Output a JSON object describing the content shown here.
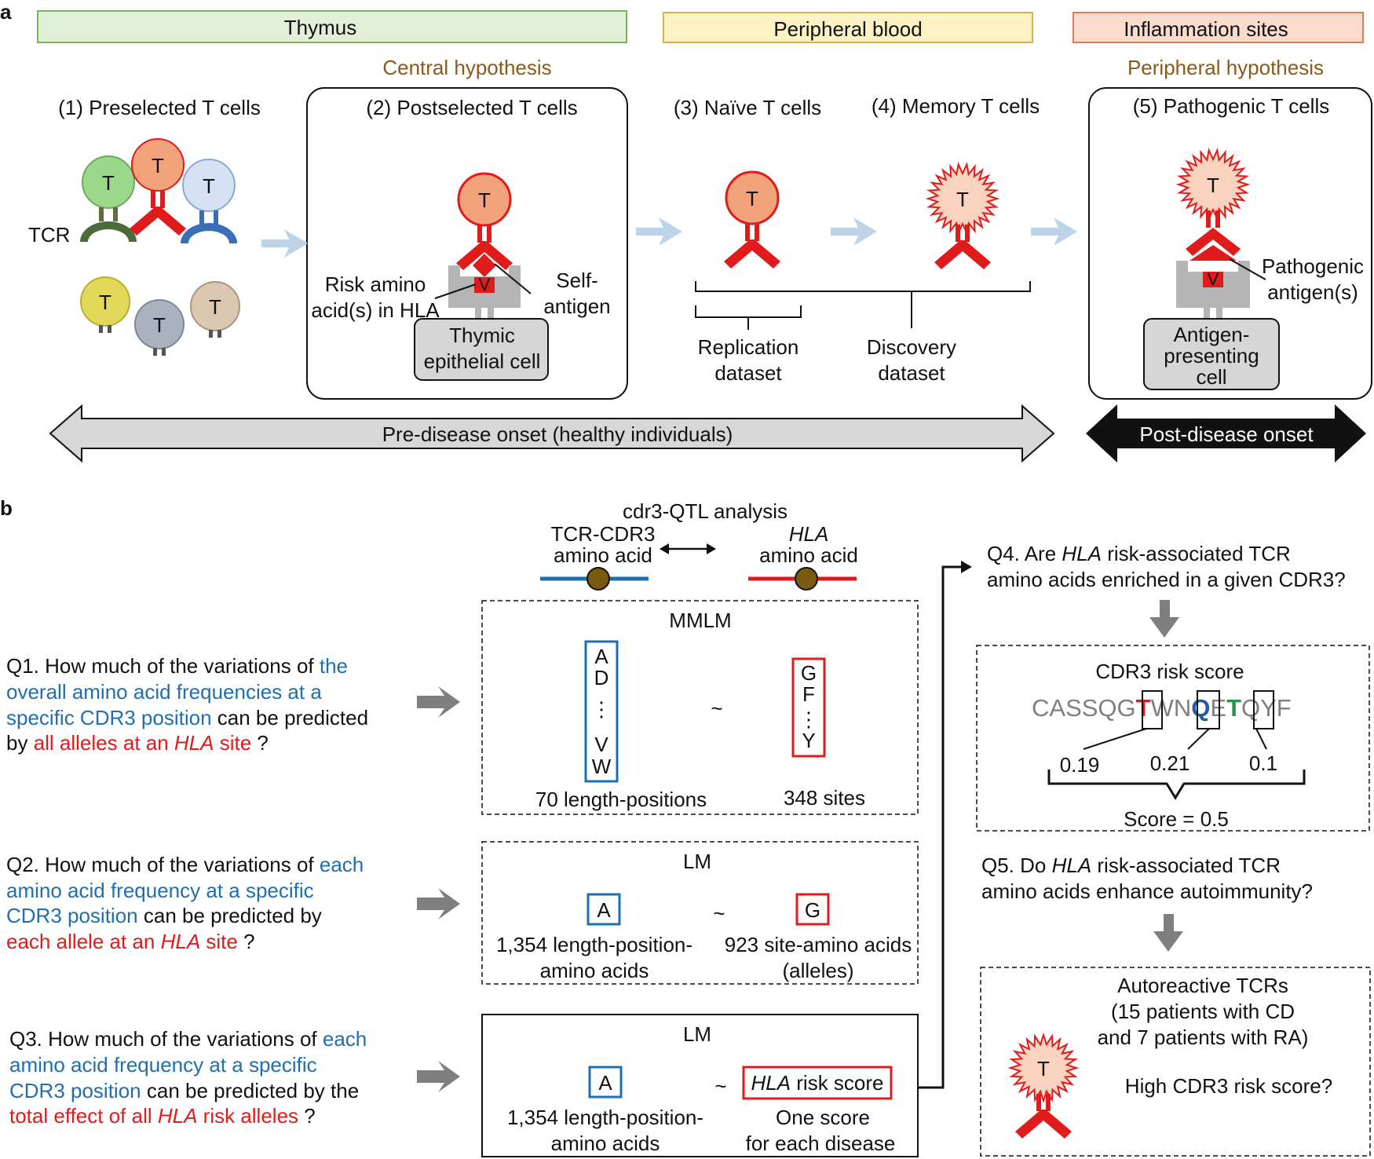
{
  "panel_a": {
    "label": "a",
    "region_thymus": "Thymus",
    "region_blood": "Peripheral blood",
    "region_inflam": "Inflammation sites",
    "central_hypothesis": "Central hypothesis",
    "peripheral_hypothesis": "Peripheral hypothesis",
    "stage1": "(1) Preselected T cells",
    "stage2": "(2) Postselected T cells",
    "stage3": "(3) Naïve T cells",
    "stage4": "(4) Memory T cells",
    "stage5": "(5) Pathogenic T cells",
    "tcr_label": "TCR",
    "t_letter": "T",
    "v_letter": "V",
    "risk_aa_line1": "Risk amino",
    "risk_aa_line2": "acid(s) in HLA",
    "self_antigen_line1": "Self-",
    "self_antigen_line2": "antigen",
    "thymic_line1": "Thymic",
    "thymic_line2": "epithelial cell",
    "replication_line1": "Replication",
    "replication_line2": "dataset",
    "discovery_line1": "Discovery",
    "discovery_line2": "dataset",
    "pathogenic_antigen_line1": "Pathogenic",
    "pathogenic_antigen_line2": "antigen(s)",
    "apc_line1": "Antigen-",
    "apc_line2": "presenting",
    "apc_line3": "cell",
    "pre_onset": "Pre-disease onset (healthy individuals)",
    "post_onset": "Post-disease onset"
  },
  "panel_b": {
    "label": "b",
    "cdr3_qtl": "cdr3-QTL analysis",
    "tcr_cdr3_line1": "TCR-CDR3",
    "tcr_cdr3_line2": "amino acid",
    "hla_aa_italic": "HLA",
    "hla_aa_rest": "amino acid",
    "q1": {
      "l1_a": "Q1. How much of the variations of ",
      "l1_b": "the",
      "l2": "overall amino acid frequencies at a",
      "l3_a": "specific CDR3 position",
      "l3_b": " can be predicted",
      "l4_a": "by ",
      "l4_b": "all alleles at an ",
      "l4_c": "HLA",
      "l4_d": " site",
      "l4_e": " ?"
    },
    "q2": {
      "l1_a": "Q2. How much of the variations of ",
      "l1_b": "each",
      "l2": "amino acid frequency at a specific",
      "l3_a": "CDR3 position",
      "l3_b": " can be predicted by",
      "l4_a": "each allele at an ",
      "l4_b": "HLA",
      "l4_c": " site",
      "l4_d": " ?"
    },
    "q3": {
      "l1_a": "Q3. How much of the variations of ",
      "l1_b": "each",
      "l2": "amino acid frequency at a specific",
      "l3_a": "CDR3 position",
      "l3_b": " can be predicted by the",
      "l4_a": "total effect of all ",
      "l4_b": "HLA",
      "l4_c": " risk alleles",
      "l4_d": " ?"
    },
    "mmlm": {
      "title": "MMLM",
      "left_letters": [
        "A",
        "D",
        "⋮",
        "V",
        "W"
      ],
      "right_letters": [
        "G",
        "F",
        "⋮",
        "Y"
      ],
      "tilde": "~",
      "left_caption": "70 length-positions",
      "right_caption": "348 sites"
    },
    "lm1": {
      "title": "LM",
      "left_letter": "A",
      "right_letter": "G",
      "tilde": "~",
      "left_cap1": "1,354 length-position-",
      "left_cap2": "amino acids",
      "right_cap1": "923 site-amino acids",
      "right_cap2": "(alleles)"
    },
    "lm2": {
      "title": "LM",
      "left_letter": "A",
      "right_italic": "HLA",
      "right_rest": " risk score",
      "tilde": "~",
      "left_cap1": "1,354 length-position-",
      "left_cap2": "amino acids",
      "right_cap1": "One score",
      "right_cap2": "for each disease"
    },
    "q4": {
      "l1_a": "Q4. Are ",
      "l1_b": "HLA",
      "l1_c": " risk-associated TCR",
      "l2": "amino acids enriched in a given CDR3?"
    },
    "cdr3_risk": {
      "title": "CDR3 risk score",
      "seq1": "CASSQG",
      "seqT": "T",
      "seq2": "WN",
      "seqQ": "Q",
      "seq3": "E",
      "seqT2": "T",
      "seq4": "QYF",
      "v1": "0.19",
      "v2": "0.21",
      "v3": "0.1",
      "score": "Score = 0.5"
    },
    "q5": {
      "l1_a": "Q5. Do ",
      "l1_b": "HLA",
      "l1_c": " risk-associated TCR",
      "l2": "amino acids enhance autoimmunity?"
    },
    "autoreactive": {
      "l1": "Autoreactive TCRs",
      "l2": "(15 patients with CD",
      "l3": "and 7 patients with RA)",
      "q": "High CDR3 risk score?"
    }
  },
  "colors": {
    "red": "#e01b1b",
    "blue": "#1f6fb0",
    "brown": "#8a5a1c",
    "thymus_bg": "#e3f0d8",
    "blood_bg": "#fdf2c4",
    "inflam_bg": "#f9dccc",
    "gray_arrow": "#7f7f7f",
    "light_blue_arrow": "#bcd3ea"
  }
}
